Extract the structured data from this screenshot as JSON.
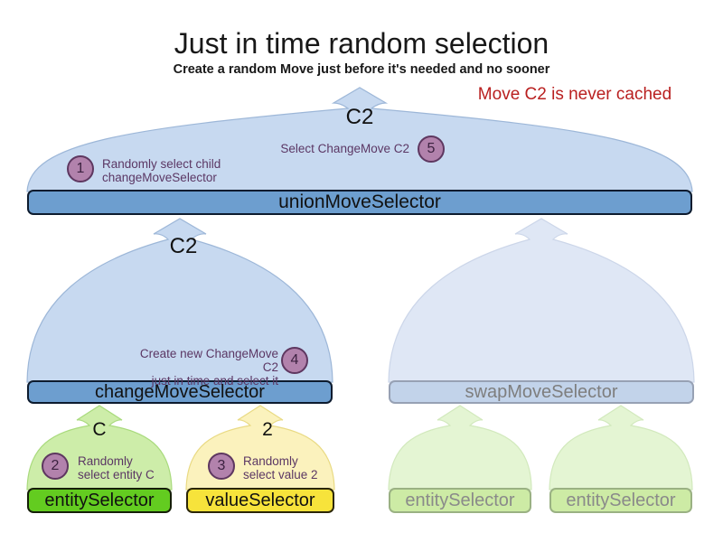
{
  "header": {
    "title": "Just in time random selection",
    "subtitle": "Create a random Move just before it's needed and no sooner"
  },
  "note": {
    "text": "Move C2 is never cached"
  },
  "selectors": {
    "union": {
      "label": "unionMoveSelector",
      "output": "C2"
    },
    "change": {
      "label": "changeMoveSelector",
      "output": "C2"
    },
    "swap": {
      "label": "swapMoveSelector"
    },
    "entity": {
      "label": "entitySelector",
      "output": "C"
    },
    "value": {
      "label": "valueSelector",
      "output": "2"
    },
    "entity_faded_1": {
      "label": "entitySelector"
    },
    "entity_faded_2": {
      "label": "entitySelector"
    }
  },
  "steps": {
    "s1": {
      "num": "1",
      "line1": "Randomly select child",
      "line2": "changeMoveSelector"
    },
    "s2": {
      "num": "2",
      "line1": "Randomly",
      "line2": "select entity C"
    },
    "s3": {
      "num": "3",
      "line1": "Randomly",
      "line2": "select value 2"
    },
    "s4": {
      "num": "4",
      "line1": "Create new ChangeMove C2",
      "line2": "just in time and select it"
    },
    "s5": {
      "num": "5",
      "line1": "Select ChangeMove C2"
    }
  },
  "colors": {
    "note_red": "#b92020",
    "funnel_blue": "#c7d9f0",
    "bar_blue": "#6d9ecf",
    "funnel_blue_faded": "#dfe7f5",
    "bar_blue_faded": "#c2d3ea",
    "funnel_green": "#cdeda9",
    "bar_green": "#63cc20",
    "funnel_yellow": "#fbf2bd",
    "bar_yellow": "#f7e33b",
    "funnel_green_faded": "#e4f5d3",
    "bar_green_faded": "#cdeba5",
    "step_circle_fill": "#b282ac",
    "step_circle_border": "#5e3760",
    "annotation_purple": "#5b3764",
    "faded_text": "#8a8a8a"
  }
}
